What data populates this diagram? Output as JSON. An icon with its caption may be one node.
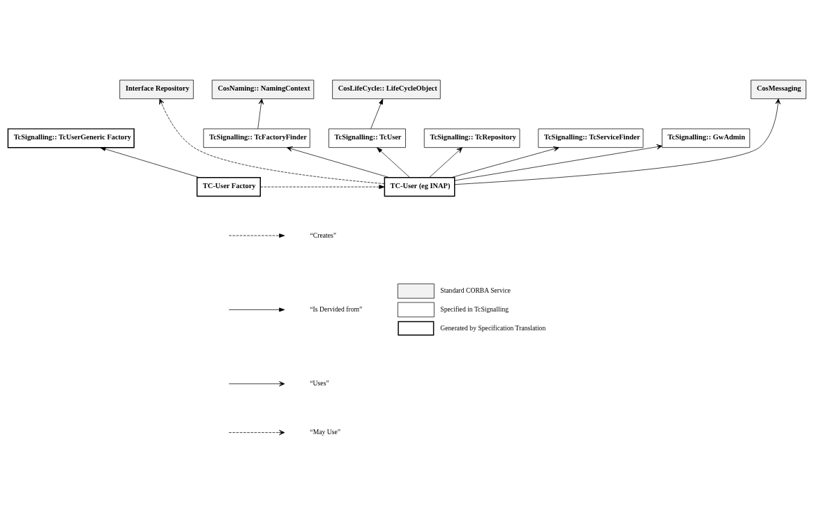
{
  "diagram": {
    "nodes": [
      {
        "text": [
          "CosNaming:: NamingContext"
        ]
      },
      {
        "text": [
          "CosLifeCycle:: LifeCycleObject"
        ]
      },
      {
        "text": [
          "CosMessaging"
        ]
      },
      {
        "text": [
          "Interface Repository"
        ]
      },
      {
        "text": [
          "TcSignalling:: TcUserGeneric Factory"
        ]
      },
      {
        "text": [
          "TcSignalling:: TcFactoryFinder"
        ]
      },
      {
        "text": [
          "TcSignalling:: TcUser"
        ]
      },
      {
        "text": [
          "TcSignalling:: TcRepository"
        ]
      },
      {
        "text": [
          "TC-User Factory"
        ]
      },
      {
        "text": [
          "TC-User (eg INAP)"
        ]
      },
      {
        "text": [
          "TcSignalling:: TcServiceFinder"
        ]
      },
      {
        "text": [
          "TcSignalling:: GwAdmin"
        ]
      }
    ],
    "edges": [
      {
        "from": 5,
        "to": 0,
        "arrow": "to"
      },
      {
        "from": 6,
        "to": 1,
        "arrow": "to"
      },
      {
        "from": 9,
        "to": 2,
        "arrow": "to"
      },
      {
        "from": 9,
        "to": 3,
        "arrow": "to",
        "style": "dashed"
      },
      {
        "from": 8,
        "to": 4,
        "arrow": "to"
      },
      {
        "from": 9,
        "to": 5,
        "arrow": "to"
      },
      {
        "from": 9,
        "to": 6,
        "arrow": "to"
      },
      {
        "from": 9,
        "to": 7,
        "arrow": "to"
      },
      {
        "from": 8,
        "to": 9,
        "arrow": "to",
        "style": "dashed"
      },
      {
        "from": 9,
        "to": 10,
        "arrow": "to"
      },
      {
        "from": 9,
        "to": 11,
        "arrow": "to"
      }
    ],
    "legend": [
      {
        "text": "“Creates”"
      },
      {
        "text": "“Is Dervided from”"
      },
      {
        "text": "“Uses”"
      },
      {
        "text": "“May Use”"
      },
      {
        "text": "Standard CORBA Service",
        "color": "#f2f2f2"
      },
      {
        "text": "Specified in TcSignalling",
        "color": "#ffffff"
      },
      {
        "text": "Generated by Specification Translation",
        "color": "#ffffff"
      }
    ]
  }
}
